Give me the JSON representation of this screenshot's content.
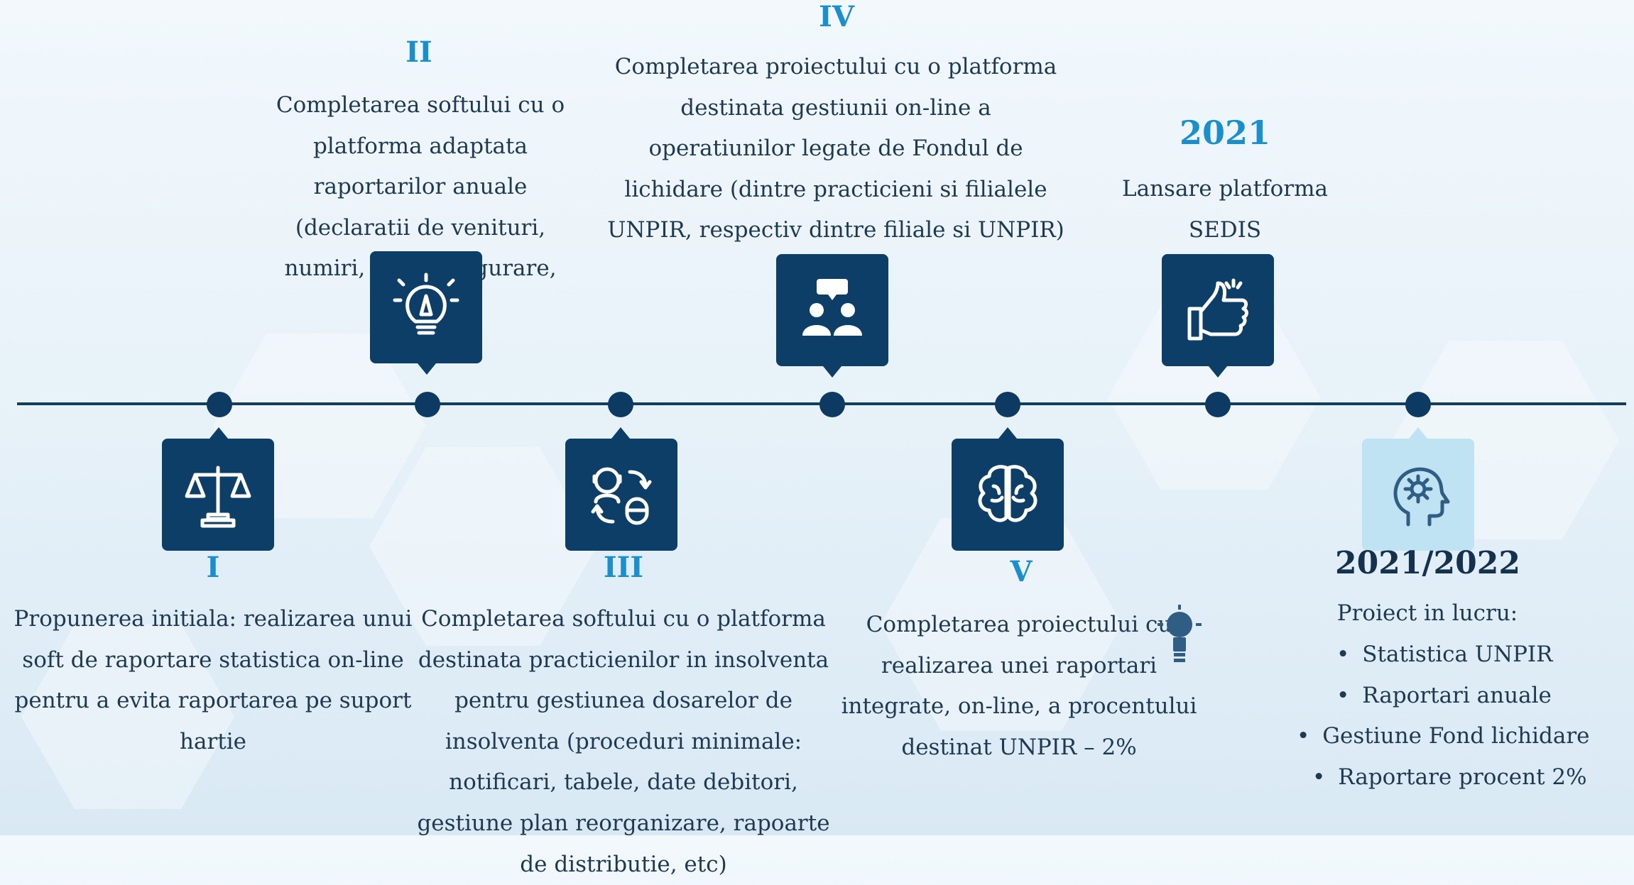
{
  "timeline": {
    "stages": [
      {
        "label": "I",
        "text": "Propunerea initiala: realizarea unui soft de raportare statistica on-line pentru a evita raportarea pe suport hartie",
        "icon": "scales-icon"
      },
      {
        "label": "II",
        "text": "Completarea softului cu o platforma adaptata raportarilor anuale (declaratii de venituri, numiri, polite asigurare, etc.)",
        "icon": "lightbulb-pencil-icon"
      },
      {
        "label": "III",
        "text": "Completarea softului cu o platforma destinata practicienilor in insolventa pentru gestiunea dosarelor de insolventa (proceduri minimale: notificari, tabele, date debitori, gestiune plan reorganizare, rapoarte de distributie, etc)",
        "icon": "support-exchange-icon"
      },
      {
        "label": "IV",
        "text": "Completarea proiectului cu o platforma destinata gestiunii on-line a operatiunilor legate de Fondul de lichidare (dintre practicieni si filialele UNPIR, respectiv dintre filiale si UNPIR)",
        "icon": "meeting-people-icon"
      },
      {
        "label": "V",
        "text": "Completarea proiectului cu realizarea unei raportari integrate, on-line, a procentului destinat UNPIR – 2%",
        "icon": "brain-icon"
      },
      {
        "label": "2021",
        "text": "Lansare platforma SEDIS",
        "icon": "thumbs-up-icon"
      },
      {
        "label": "2021/2022",
        "text": "Proiect in lucru:",
        "bullets": [
          "Statistica UNPIR",
          "Raportari anuale",
          "Gestiune Fond lichidare",
          "Raportare procent 2%"
        ],
        "icon": "head-gear-icon"
      }
    ]
  },
  "colors": {
    "accent": "#1a8fd0",
    "dark": "#0c3e68",
    "light_box": "#bfe3f3"
  }
}
